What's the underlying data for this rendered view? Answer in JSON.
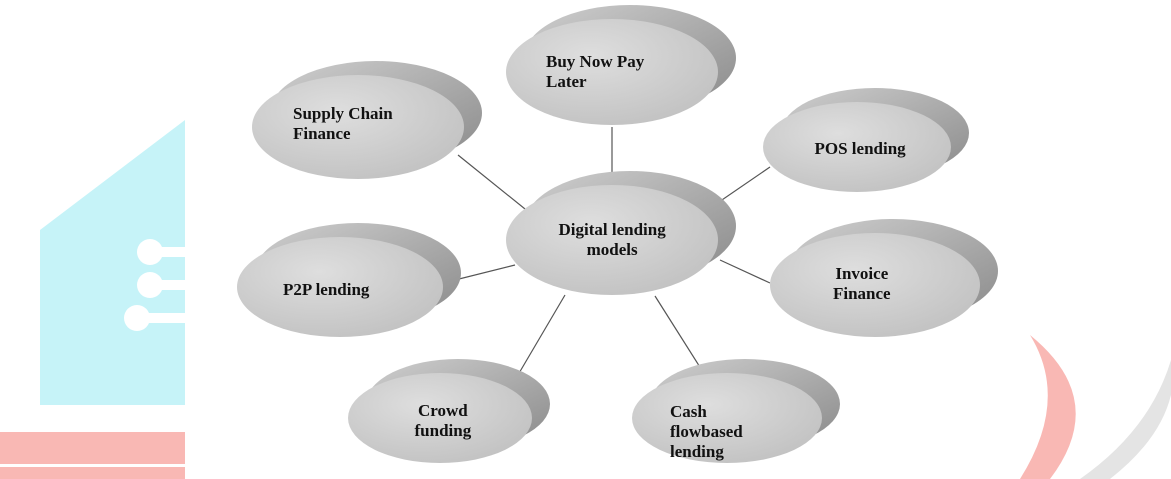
{
  "diagram": {
    "type": "hub-and-spoke",
    "center": {
      "label": "Digital lending\nmodels"
    },
    "nodes": [
      {
        "id": "bnpl",
        "label": "Buy Now Pay\nLater"
      },
      {
        "id": "scf",
        "label": "Supply Chain\nFinance"
      },
      {
        "id": "pos",
        "label": "POS lending"
      },
      {
        "id": "p2p",
        "label": "P2P lending"
      },
      {
        "id": "invoice",
        "label": "Invoice\nFinance"
      },
      {
        "id": "crowd",
        "label": "Crowd\nfunding"
      },
      {
        "id": "cashflow",
        "label": "Cash\nflowbased\nlending"
      }
    ]
  },
  "colors": {
    "bubble_fill": "#c8c8c8",
    "bubble_shadow": "#9a9a9a",
    "connector": "#555555",
    "watermark_cyan": "#c2f3f8",
    "watermark_red": "#f9b9b5",
    "watermark_grey": "#e2e2e2"
  }
}
